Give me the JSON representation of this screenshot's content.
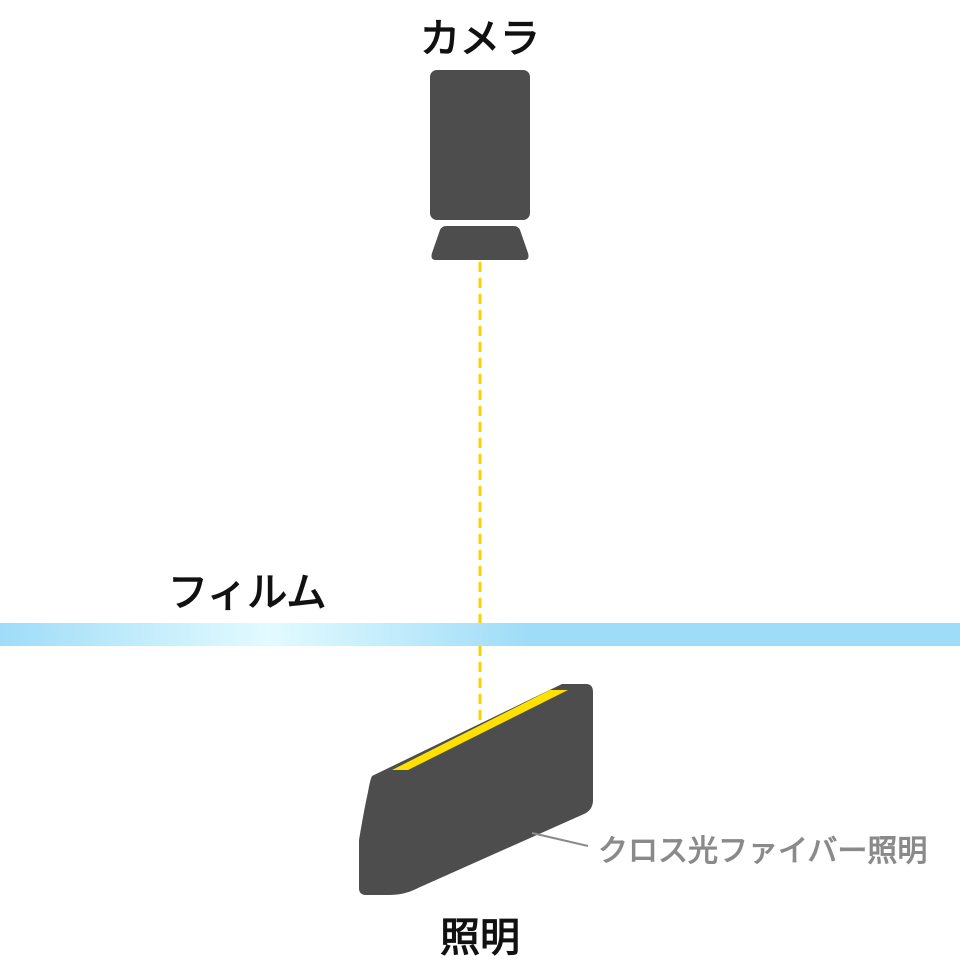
{
  "labels": {
    "camera": "カメラ",
    "film": "フィルム",
    "lighting": "照明",
    "fiber_lighting": "クロス光ファイバー照明"
  },
  "colors": {
    "body": "#4d4d4d",
    "light_beam": "#ffd000",
    "light_slit": "#ffe000",
    "film_edge": "#9fdcf8",
    "film_center": "#e2fbff",
    "callout_line": "#8a8a8a",
    "text": "#111111",
    "callout_text": "#8a8a8a"
  }
}
